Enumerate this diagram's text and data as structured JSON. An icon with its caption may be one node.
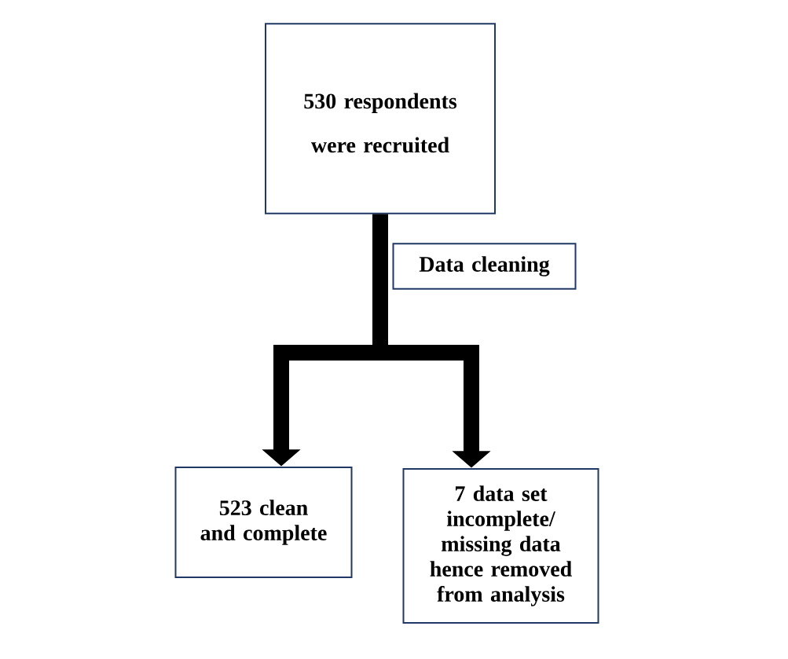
{
  "diagram": {
    "nodes": [
      {
        "text": [
          "530 respondents were recruited"
        ]
      },
      {
        "text": [
          "Data cleaning"
        ]
      },
      {
        "text": [
          "523 clean and complete"
        ]
      },
      {
        "text": [
          "7 data set incomplete/ missing data hence removed from analysis"
        ]
      }
    ],
    "edges": [
      {
        "from": 0,
        "to": 2,
        "arrow": "to"
      },
      {
        "from": 0,
        "to": 3,
        "arrow": "to"
      }
    ]
  }
}
